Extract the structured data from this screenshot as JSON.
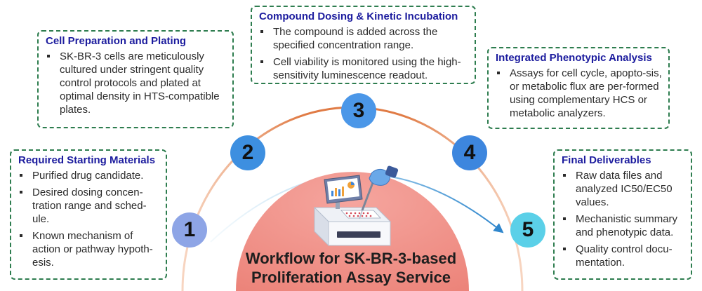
{
  "title": "Workflow for SK-BR-3-based Proliferation Assay Service",
  "title_lines": [
    "Workflow for SK-BR-3-based",
    "Proliferation Assay Service"
  ],
  "colors": {
    "box_border": "#2e7d4f",
    "heading": "#1c1c9e",
    "arc": "#e07b45",
    "inner_arrow": "#3f8fd0",
    "dome": "#f0928a",
    "step1": "#8ea5e6",
    "step2": "#3d8fe0",
    "step3": "#4b97e8",
    "step4": "#3d86de",
    "step5": "#5bd0e8"
  },
  "steps": [
    {
      "number": "1",
      "heading": "Required Starting Materials",
      "bullets": [
        "Purified drug candidate.",
        "Desired dosing concen-tration range and sched-ule.",
        "Known mechanism of action or pathway hypoth-esis."
      ]
    },
    {
      "number": "2",
      "heading": "Cell Preparation and Plating",
      "bullets": [
        "SK-BR-3 cells are meticulously cultured under stringent quality control protocols and plated at optimal density in HTS-compatible plates."
      ]
    },
    {
      "number": "3",
      "heading": "Compound Dosing & Kinetic Incubation",
      "bullets": [
        "The compound is added across the specified concentration range.",
        "Cell viability is monitored using the high-sensitivity luminescence readout."
      ]
    },
    {
      "number": "4",
      "heading": "Integrated Phenotypic Analysis",
      "bullets": [
        "Assays for cell cycle, apopto-sis, or metabolic flux are per-formed using complementary HCS or metabolic analyzers."
      ]
    },
    {
      "number": "5",
      "heading": "Final Deliverables",
      "bullets": [
        "Raw data files and analyzed IC50/EC50 values.",
        "Mechanistic summary and phenotypic data.",
        "Quality control docu-mentation."
      ]
    }
  ]
}
